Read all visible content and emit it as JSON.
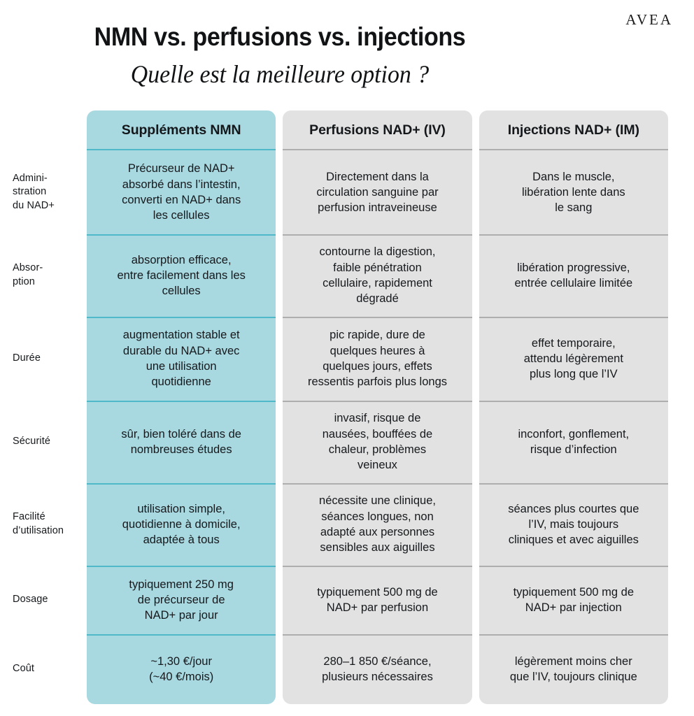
{
  "brand": {
    "name": "AVEA"
  },
  "header": {
    "title": "NMN vs. perfusions vs. injections",
    "subtitle": "Quelle est la meilleure option ?"
  },
  "colors": {
    "accent_teal": "#a8d8e0",
    "accent_teal_rule": "#4fb9c9",
    "neutral_grey": "#e2e2e2",
    "neutral_grey_rule": "#aeaeae",
    "text": "#16191c",
    "background": "#ffffff"
  },
  "table": {
    "row_labels": [
      "Admini-\nstration\ndu NAD+",
      "Absor-\nption",
      "Durée",
      "Sécurité",
      "Facilité\nd’utilisation",
      "Dosage",
      "Coût"
    ],
    "columns": [
      {
        "header": "Suppléments NMN",
        "highlight": true,
        "cells": [
          "Précurseur de NAD+\nabsorbé dans l’intestin,\nconverti en NAD+ dans\nles cellules",
          "absorption efficace,\nentre facilement dans les\ncellules",
          "augmentation stable et\ndurable du NAD+ avec\nune utilisation\nquotidienne",
          "sûr, bien toléré dans de\nnombreuses études",
          "utilisation simple,\nquotidienne à domicile,\nadaptée à tous",
          "typiquement 250 mg\nde précurseur de\nNAD+ par jour",
          "~1,30 €/jour\n(~40 €/mois)"
        ]
      },
      {
        "header": "Perfusions NAD+ (IV)",
        "highlight": false,
        "cells": [
          "Directement dans la\ncirculation sanguine par\nperfusion intraveineuse",
          "contourne la digestion,\nfaible pénétration\ncellulaire, rapidement\ndégradé",
          "pic rapide, dure de\nquelques heures à\nquelques jours, effets\nressentis parfois plus longs",
          "invasif, risque de\nnausées, bouffées de\nchaleur, problèmes\nveineux",
          "nécessite une clinique,\nséances longues, non\nadapté aux personnes\nsensibles aux aiguilles",
          "typiquement 500 mg de\nNAD+ par perfusion",
          "280–1 850 €/séance,\nplusieurs nécessaires"
        ]
      },
      {
        "header": "Injections NAD+ (IM)",
        "highlight": false,
        "cells": [
          "Dans le muscle,\nlibération lente dans\nle sang",
          "libération progressive,\nentrée cellulaire limitée",
          "effet temporaire,\nattendu légèrement\nplus long que l’IV",
          "inconfort, gonflement,\nrisque d’infection",
          "séances plus courtes que\nl’IV, mais toujours\ncliniques et avec aiguilles",
          "typiquement 500 mg de\nNAD+ par injection",
          "légèrement moins cher\nque l’IV, toujours clinique"
        ]
      }
    ]
  }
}
